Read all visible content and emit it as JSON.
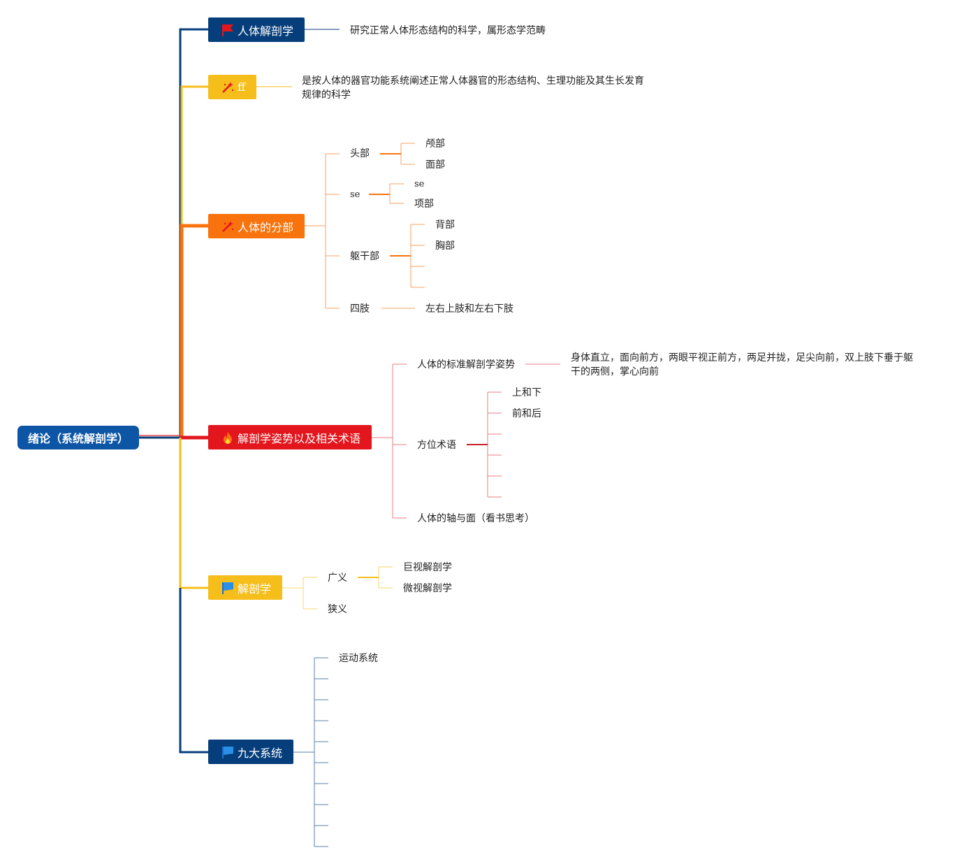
{
  "root": {
    "label": "绪论（系统解剖学）"
  },
  "branches": [
    {
      "label": "人体解剖学",
      "icon": "red-flag-icon",
      "color": "#063e7b",
      "children": [
        {
          "label": "研究正常人体形态结构的科学，属形态学范畴"
        }
      ]
    },
    {
      "label": "ff",
      "icon": "magic-wand-icon",
      "color": "#f5be1a",
      "children": [
        {
          "label": "是按人体的器官功能系统阐述正常人体器官的形态结构、生理功能及其生长发育规律的科学"
        }
      ]
    },
    {
      "label": "人体的分部",
      "icon": "magic-wand-icon",
      "color": "#f8730d",
      "children": [
        {
          "label": "头部",
          "children": [
            {
              "label": "颅部"
            },
            {
              "label": "面部"
            }
          ]
        },
        {
          "label": "se",
          "children": [
            {
              "label": "se"
            },
            {
              "label": "项部"
            }
          ]
        },
        {
          "label": "躯干部",
          "children": [
            {
              "label": "背部"
            },
            {
              "label": "胸部"
            },
            {
              "label": ""
            },
            {
              "label": ""
            }
          ]
        },
        {
          "label": "四肢",
          "children": [
            {
              "label": "左右上肢和左右下肢"
            }
          ]
        }
      ]
    },
    {
      "label": "解剖学姿势以及相关术语",
      "icon": "fire-icon",
      "color": "#e3151d",
      "children": [
        {
          "label": "人体的标准解剖学姿势",
          "children": [
            {
              "label": "身体直立，面向前方，两眼平视正前方，两足并拢，足尖向前，双上肢下垂于躯干的两侧，掌心向前"
            }
          ]
        },
        {
          "label": "方位术语",
          "children": [
            {
              "label": "上和下"
            },
            {
              "label": "前和后"
            },
            {
              "label": ""
            },
            {
              "label": ""
            },
            {
              "label": ""
            },
            {
              "label": ""
            }
          ]
        },
        {
          "label": "人体的轴与面（看书思考）"
        }
      ]
    },
    {
      "label": "解剖学",
      "icon": "blue-flag-icon",
      "color": "#f5be1a",
      "children": [
        {
          "label": "广义",
          "children": [
            {
              "label": "巨视解剖学"
            },
            {
              "label": "微视解剖学"
            }
          ]
        },
        {
          "label": "狭义"
        }
      ]
    },
    {
      "label": "九大系统",
      "icon": "blue-flag-icon",
      "color": "#063e7b",
      "children": [
        {
          "label": "运动系统"
        },
        {
          "label": ""
        },
        {
          "label": ""
        },
        {
          "label": ""
        },
        {
          "label": ""
        },
        {
          "label": ""
        },
        {
          "label": ""
        },
        {
          "label": ""
        },
        {
          "label": ""
        },
        {
          "label": ""
        }
      ]
    }
  ]
}
